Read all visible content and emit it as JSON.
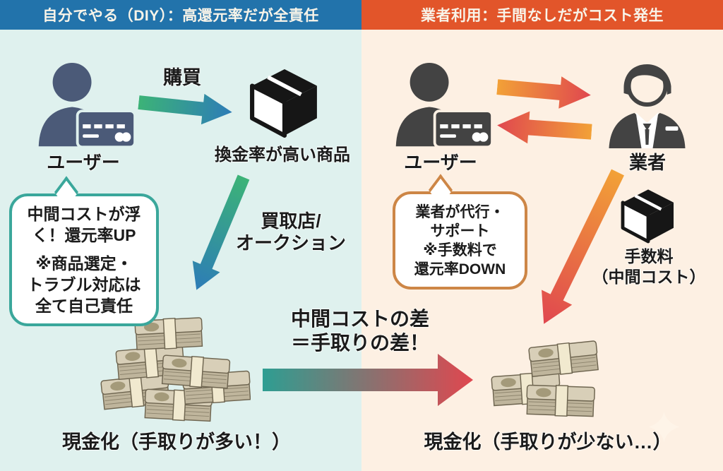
{
  "left": {
    "header": "自分でやる（DIY）：高還元率だが全責任",
    "user_label": "ユーザー",
    "purchase_arrow_label": "購買",
    "product_label": "換金率が高い商品",
    "bubble": {
      "lines": [
        "中間コストが浮",
        "く！還元率UP",
        "※商品選定・",
        "トラブル対応は",
        "全て自己責任"
      ]
    },
    "channel_line1": "買取店/",
    "channel_line2": "オークション",
    "result_label": "現金化（手取りが多い！）"
  },
  "center": {
    "diff_line1": "中間コストの差",
    "diff_line2": "＝手取りの差！"
  },
  "right": {
    "header": "業者利用：手間なしだがコスト発生",
    "user_label": "ユーザー",
    "agent_label": "業者",
    "bubble": {
      "lines": [
        "業者が代行・",
        "サポート",
        "※手数料で",
        "還元率DOWN"
      ]
    },
    "fee_line1": "手数料",
    "fee_line2": "（中間コスト）",
    "result_label": "現金化（手取りが少ない…）"
  },
  "icons": {
    "left_user": "user-with-credit-card-icon",
    "right_user": "user-with-credit-card-icon",
    "product_box": "package-box-icon",
    "fee_box": "package-box-icon",
    "agent": "businessman-icon",
    "money_large": "money-pile-icon",
    "money_small": "money-pile-icon",
    "sparkle": "sparkle-icon"
  },
  "colors": {
    "left_header_bg": "#2273ab",
    "right_header_bg": "#e2552a",
    "header_text": "#f8f4e9",
    "left_bg": "#dff1ee",
    "right_bg": "#fdf0e3",
    "ink": "#1b1b1b",
    "left_icon": "#4b5a78",
    "right_icon": "#434343",
    "left_bubble_border": "#3aa79b",
    "right_bubble_border": "#cd8646",
    "green": "#3cb377",
    "blue": "#2d7cb7",
    "teal": "#2e9e92",
    "red": "#e0474f",
    "orange": "#f2a137",
    "money_top": "#d8cfb8",
    "money_side": "#bfb59c",
    "money_band": "#f1e9cf",
    "money_line": "#6e6550",
    "money_emblem": "#9b916f",
    "box_black": "#161616",
    "sparkle": "#fff6ea"
  }
}
